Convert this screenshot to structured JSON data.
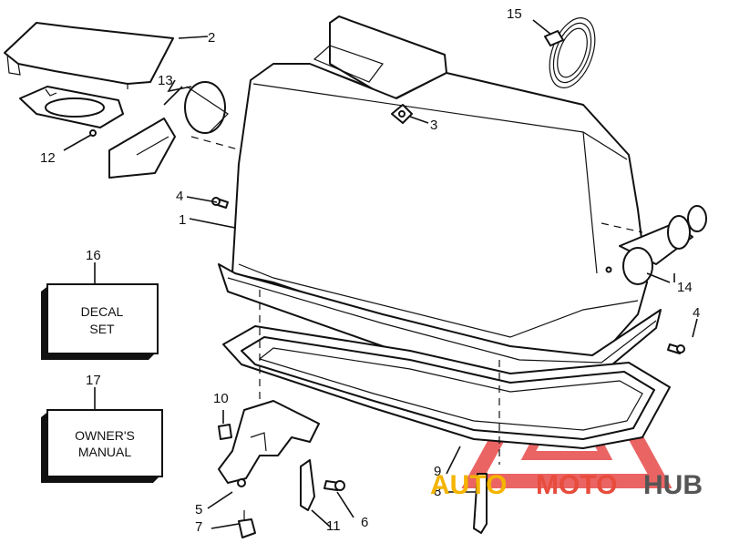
{
  "callouts": [
    "1",
    "2",
    "3",
    "4",
    "4",
    "5",
    "6",
    "7",
    "8",
    "9",
    "10",
    "11",
    "12",
    "13",
    "14",
    "15",
    "16",
    "17"
  ],
  "boxes": {
    "decal": [
      "DECAL",
      "SET"
    ],
    "manual": [
      "OWNER'S",
      "MANUAL"
    ]
  },
  "watermark": {
    "part1": "AUTO",
    "part2": "MOTO",
    "part3": "HUB",
    "colors": {
      "auto": "#f4b400",
      "moto": "#e74c3c",
      "hub": "#555555",
      "triangle": "#e84a4a"
    }
  },
  "icons": [
    "bolt-icon",
    "screw-icon",
    "clip-icon"
  ]
}
